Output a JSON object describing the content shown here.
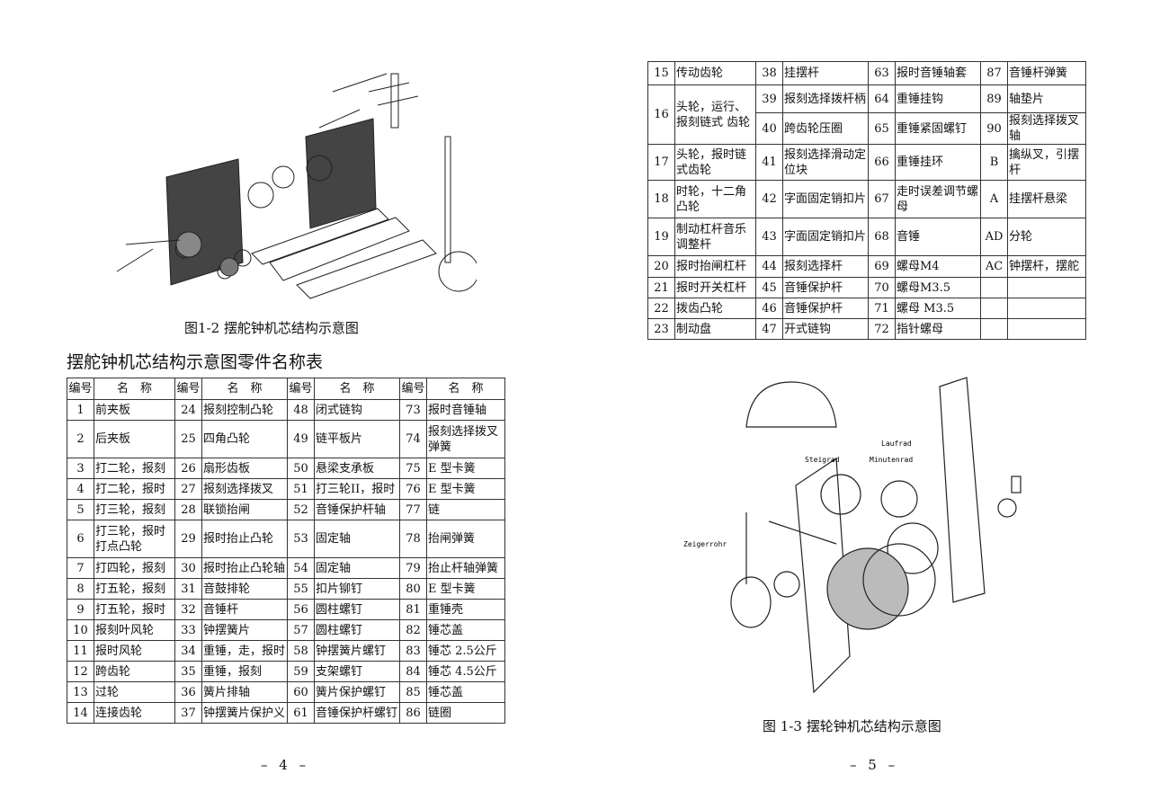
{
  "left_page": {
    "figure_caption": "图1-2 摆舵钟机芯结构示意图",
    "table_title": "摆舵钟机芯结构示意图零件名称表",
    "table_header": [
      "编号",
      "名　称",
      "编号",
      "名　称",
      "编号",
      "名　称",
      "编号",
      "名　称"
    ],
    "table_rows": [
      [
        "1",
        "前夹板",
        "24",
        "报刻控制凸轮",
        "48",
        "闭式链钩",
        "73",
        "报时音锤轴"
      ],
      [
        "2",
        "后夹板",
        "25",
        "四角凸轮",
        "49",
        "链平板片",
        "74",
        "报刻选择拨叉弹簧"
      ],
      [
        "3",
        "打二轮，报刻",
        "26",
        "扇形齿板",
        "50",
        "悬梁支承板",
        "75",
        "E 型卡簧"
      ],
      [
        "4",
        "打二轮，报时",
        "27",
        "报刻选择拨叉",
        "51",
        "打三轮II，报时",
        "76",
        "E 型卡簧"
      ],
      [
        "5",
        "打三轮，报刻",
        "28",
        "联锁抬闸",
        "52",
        "音锤保护杆轴",
        "77",
        "链"
      ],
      [
        "6",
        "打三轮，报时打点凸轮",
        "29",
        "报时抬止凸轮",
        "53",
        "固定轴",
        "78",
        "抬闸弹簧"
      ],
      [
        "7",
        "打四轮，报刻",
        "30",
        "报时抬止凸轮轴",
        "54",
        "固定轴",
        "79",
        "抬止杆轴弹簧"
      ],
      [
        "8",
        "打五轮，报刻",
        "31",
        "音鼓排轮",
        "55",
        "扣片铆钉",
        "80",
        "E 型卡簧"
      ],
      [
        "9",
        "打五轮，报时",
        "32",
        "音锤杆",
        "56",
        "圆柱螺钉",
        "81",
        "重锤壳"
      ],
      [
        "10",
        "报刻叶风轮",
        "33",
        "钟摆簧片",
        "57",
        "圆柱螺钉",
        "82",
        "锤芯盖"
      ],
      [
        "11",
        "报时风轮",
        "34",
        "重锤，走，报时",
        "58",
        "钟摆簧片螺钉",
        "83",
        "锤芯 2.5公斤"
      ],
      [
        "12",
        "跨齿轮",
        "35",
        "重锤，报刻",
        "59",
        "支架螺钉",
        "84",
        "锤芯 4.5公斤"
      ],
      [
        "13",
        "过轮",
        "36",
        "簧片排轴",
        "60",
        "簧片保护螺钉",
        "85",
        "锤芯盖"
      ],
      [
        "14",
        "连接齿轮",
        "37",
        "钟摆簧片保护义",
        "61",
        "音锤保护杆螺钉",
        "86",
        "链圈"
      ]
    ],
    "page_number": "– 4 –"
  },
  "right_page": {
    "table_rows": [
      [
        "15",
        "传动齿轮",
        "38",
        "挂摆杆",
        "63",
        "报时音锤轴套",
        "87",
        "音锤杆弹簧"
      ],
      [
        "16",
        "头轮，运行、报刻链式 齿轮",
        "39",
        "报刻选择拨杆柄",
        "64",
        "重锤挂钩",
        "89",
        "轴垫片"
      ],
      [
        "40",
        "跨齿轮压圈",
        "65",
        "重锤紧固螺钉",
        "90",
        "报刻选择拨叉轴"
      ],
      [
        "17",
        "头轮，报时链式齿轮",
        "41",
        "报刻选择滑动定位块",
        "66",
        "重锤挂环",
        "B",
        "擒纵叉，引摆杆"
      ],
      [
        "18",
        "时轮，十二角凸轮",
        "42",
        "字面固定销扣片",
        "67",
        "走时误差调节螺母",
        "A",
        "挂摆杆悬梁"
      ],
      [
        "19",
        "制动杠杆音乐调整杆",
        "43",
        "字面固定销扣片",
        "68",
        "音锤",
        "AD",
        "分轮"
      ],
      [
        "20",
        "报时抬闸杠杆",
        "44",
        "报刻选择杆",
        "69",
        "螺母M4",
        "AC",
        "钟摆杆，摆舵"
      ],
      [
        "21",
        "报时开关杠杆",
        "45",
        "音锤保护杆",
        "70",
        "螺母M3.5",
        "",
        ""
      ],
      [
        "22",
        "拨齿凸轮",
        "46",
        "音锤保护杆",
        "71",
        "螺母 M3.5",
        "",
        ""
      ],
      [
        "23",
        "制动盘",
        "47",
        "开式链钩",
        "72",
        "指针螺母",
        "",
        ""
      ]
    ],
    "figure_labels": {
      "laufrad": "Laufrad",
      "steigrad": "Steigrad",
      "minutenrad": "Minutenrad",
      "zeigerrohr": "Zeigerrohr"
    },
    "figure_caption": "图 1-3  摆轮钟机芯结构示意图",
    "page_number": "– 5 –"
  }
}
